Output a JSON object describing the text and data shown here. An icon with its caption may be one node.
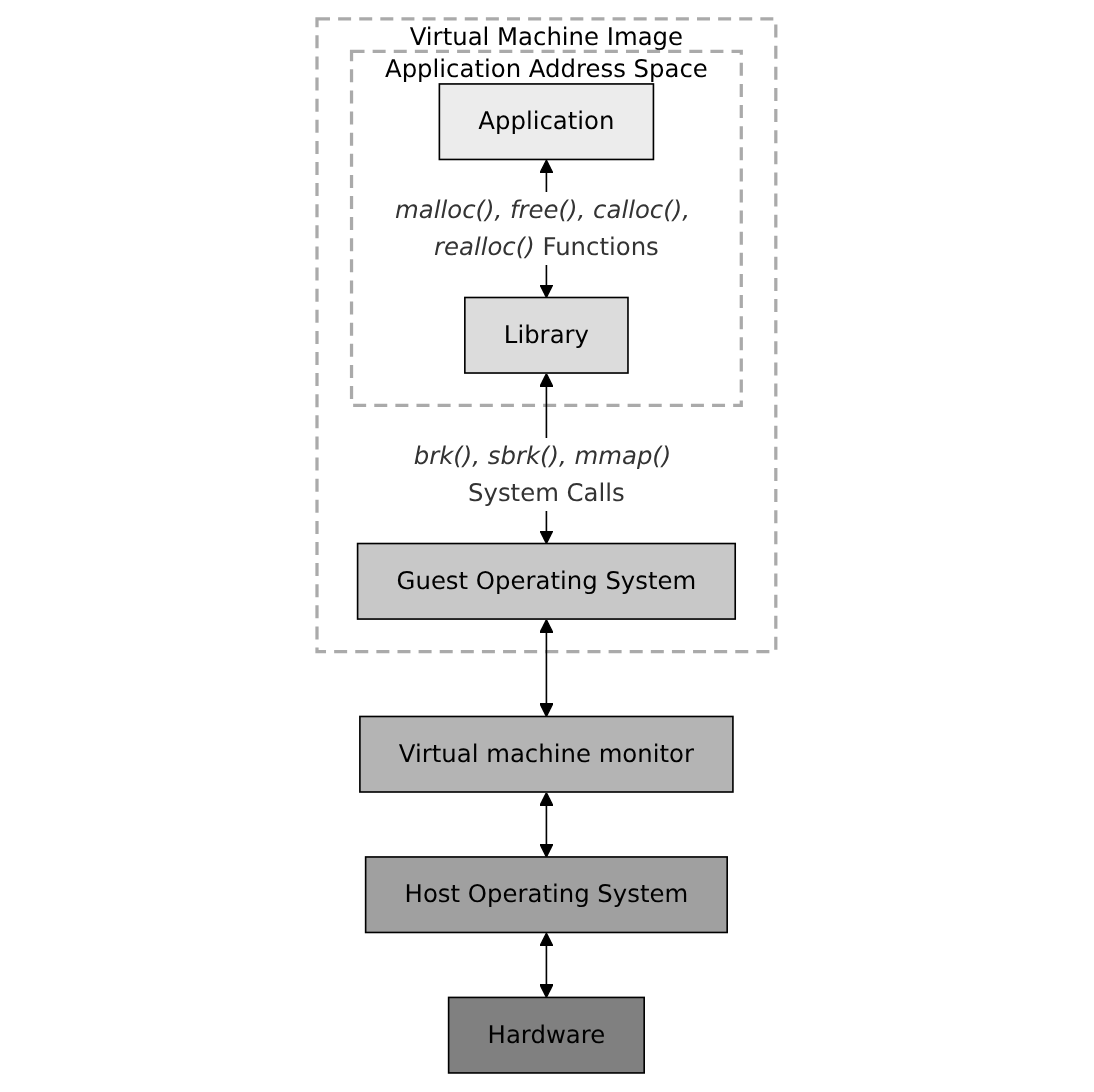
{
  "diagram": {
    "nodes": [
      {
        "text": [
          "Virtual Machine Image"
        ]
      },
      {
        "text": [
          "Application Address Space"
        ],
        "in": 0
      },
      {
        "text": [
          "Application"
        ],
        "in": 1
      },
      {
        "text": [
          "Library"
        ],
        "in": 1
      },
      {
        "text": [
          "Guest Operating System"
        ],
        "in": 0
      },
      {
        "text": [
          "Virtual machine monitor"
        ]
      },
      {
        "text": [
          "Host Operating System"
        ]
      },
      {
        "text": [
          "Hardware"
        ]
      }
    ],
    "edges": [
      {
        "from": 2,
        "to": 3,
        "arrow": "both",
        "label": "*malloc(), free(), calloc(), realloc()* Functions"
      },
      {
        "from": 3,
        "to": 4,
        "arrow": "both",
        "label": "*brk(), sbrk(), mmap()* System Calls"
      },
      {
        "from": 4,
        "to": 5,
        "arrow": "both"
      },
      {
        "from": 5,
        "to": 6,
        "arrow": "both"
      },
      {
        "from": 6,
        "to": 7,
        "arrow": "both"
      }
    ]
  }
}
